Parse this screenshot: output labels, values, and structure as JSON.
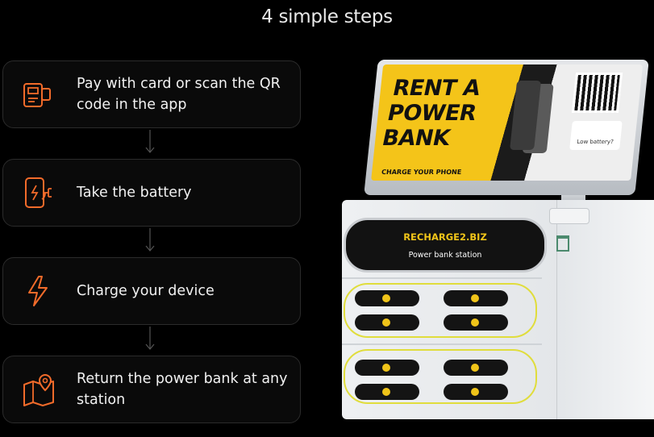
{
  "title": "4 simple steps",
  "steps": [
    {
      "icon": "card-terminal-icon",
      "label": "Pay with card or scan the QR code in the app"
    },
    {
      "icon": "phone-charging-icon",
      "label": "Take the battery"
    },
    {
      "icon": "lightning-icon",
      "label": "Charge your device"
    },
    {
      "icon": "map-pin-icon",
      "label": "Return the power bank at any station"
    }
  ],
  "colors": {
    "accent": "#f26b2a",
    "brand_yellow": "#f0c419"
  },
  "kiosk": {
    "screen_headline": "RENT A\nPOWER\nBANK",
    "screen_caption": "CHARGE YOUR PHONE",
    "low_battery": "Low battery?",
    "brand": "RECHARGE2.BIZ",
    "station_label": "Power bank station"
  }
}
